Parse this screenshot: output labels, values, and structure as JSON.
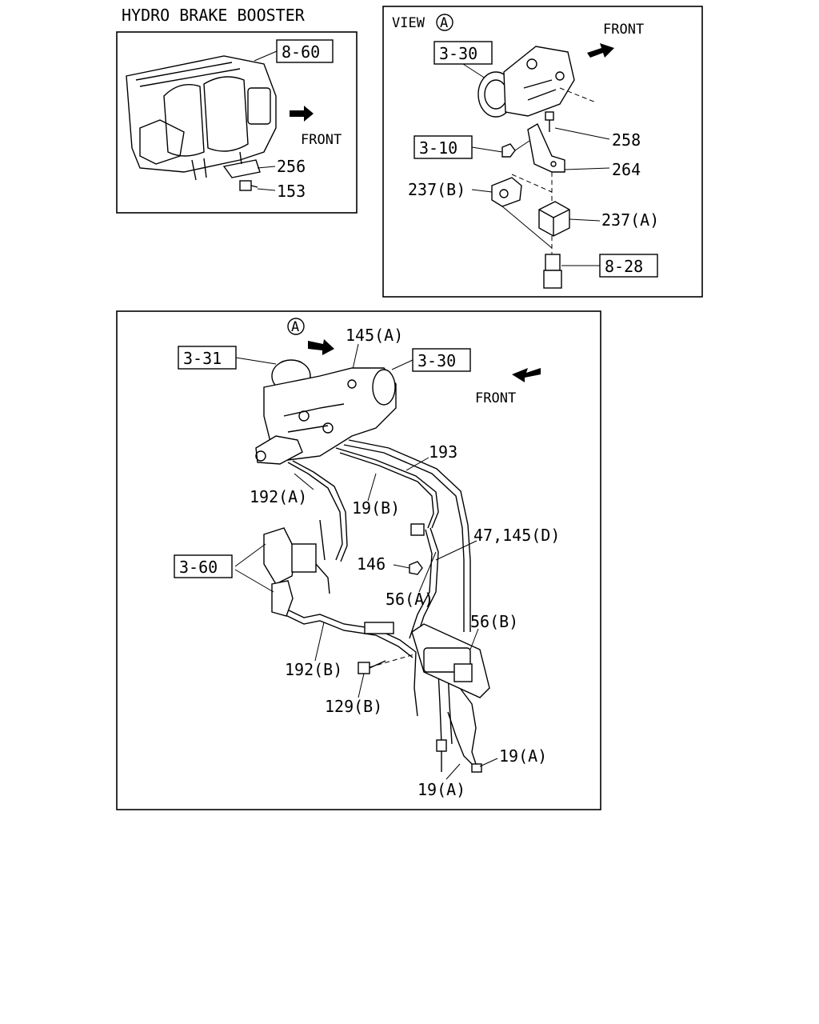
{
  "title": "HYDRO BRAKE BOOSTER",
  "view_label": "VIEW",
  "circle_ref": "A",
  "front": "FRONT",
  "panel1": {
    "ref_8_60": "8-60",
    "p256": "256",
    "p153": "153"
  },
  "panel2": {
    "ref_3_30": "3-30",
    "ref_3_10": "3-10",
    "ref_8_28": "8-28",
    "p258": "258",
    "p264": "264",
    "p237b": "237(B)",
    "p237a": "237(A)"
  },
  "panel3": {
    "ref_3_31": "3-31",
    "ref_3_30": "3-30",
    "ref_3_60": "3-60",
    "p145a": "145(A)",
    "p193": "193",
    "p192a": "192(A)",
    "p19b": "19(B)",
    "p47_145d": "47,145(D)",
    "p146": "146",
    "p56a": "56(A)",
    "p56b": "56(B)",
    "p192b": "192(B)",
    "p129b": "129(B)",
    "p19a_1": "19(A)",
    "p19a_2": "19(A)"
  }
}
